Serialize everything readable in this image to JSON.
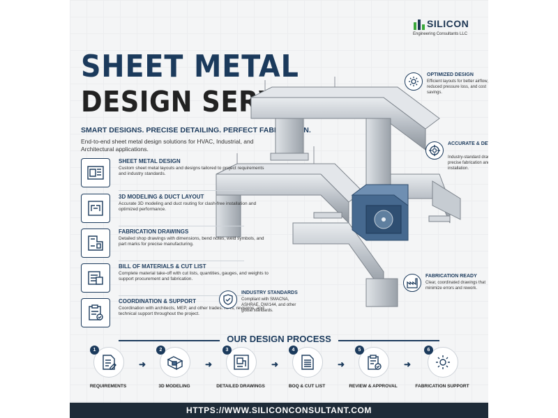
{
  "brand": {
    "name": "SILICON",
    "subtitle": "Engineering Consultants LLC",
    "accent": "#1b3a5c",
    "green": "#3aa83a"
  },
  "hero": {
    "title_line1": "SHEET METAL",
    "title_line2": "DESIGN SERVICES",
    "tagline": "SMART DESIGNS. PRECISE DETAILING. PERFECT FABRICATION.",
    "intro": "End-to-end sheet metal design solutions for HVAC, Industrial, and Architectural applications."
  },
  "services": [
    {
      "title": "SHEET METAL DESIGN",
      "desc": "Custom sheet metal layouts and designs tailored to project requirements and industry standards.",
      "icon": "blueprint-icon"
    },
    {
      "title": "3D MODELING & DUCT LAYOUT",
      "desc": "Accurate 3D modeling and duct routing for clash-free installation and optimized performance.",
      "icon": "duct-icon"
    },
    {
      "title": "FABRICATION DRAWINGS",
      "desc": "Detailed shop drawings with dimensions, bend notes, weld symbols, and part marks for precise manufacturing.",
      "icon": "drawing-icon"
    },
    {
      "title": "BILL OF MATERIALS & CUT LIST",
      "desc": "Complete material take-off with cut lists, quantities, gauges, and weights to support procurement and fabrication.",
      "icon": "list-icon"
    },
    {
      "title": "COORDINATION & SUPPORT",
      "desc": "Coordination with architects, MEP, and other trades. RFIs, revisions, and technical support throughout the project.",
      "icon": "clipboard-icon"
    }
  ],
  "features": [
    {
      "title": "OPTIMIZED DESIGN",
      "desc": "Efficient layouts for better airflow, reduced pressure loss, and cost savings.",
      "icon": "gear-icon"
    },
    {
      "title": "ACCURATE & DETAILED",
      "desc": "Industry-standard drawings for precise fabrication and installation.",
      "icon": "target-icon"
    },
    {
      "title": "INDUSTRY STANDARDS",
      "desc": "Compliant with SMACNA, ASHRAE, DW/144, and other global standards.",
      "icon": "shield-icon"
    },
    {
      "title": "FABRICATION READY",
      "desc": "Clear, coordinated drawings that minimize errors and rework.",
      "icon": "factory-icon"
    }
  ],
  "process": {
    "title": "OUR DESIGN PROCESS",
    "steps": [
      {
        "num": "1",
        "label": "REQUIREMENTS",
        "icon": "document-edit-icon"
      },
      {
        "num": "2",
        "label": "3D MODELING",
        "icon": "duct-3d-icon"
      },
      {
        "num": "3",
        "label": "DETAILED DRAWINGS",
        "icon": "drawing-icon"
      },
      {
        "num": "4",
        "label": "BOQ & CUT LIST",
        "icon": "list-icon"
      },
      {
        "num": "5",
        "label": "REVIEW & APPROVAL",
        "icon": "clipboard-check-icon"
      },
      {
        "num": "6",
        "label": "FABRICATION SUPPORT",
        "icon": "gear-icon"
      }
    ]
  },
  "footer": {
    "url": "HTTPS://WWW.SILICONCONSULTANT.COM"
  }
}
